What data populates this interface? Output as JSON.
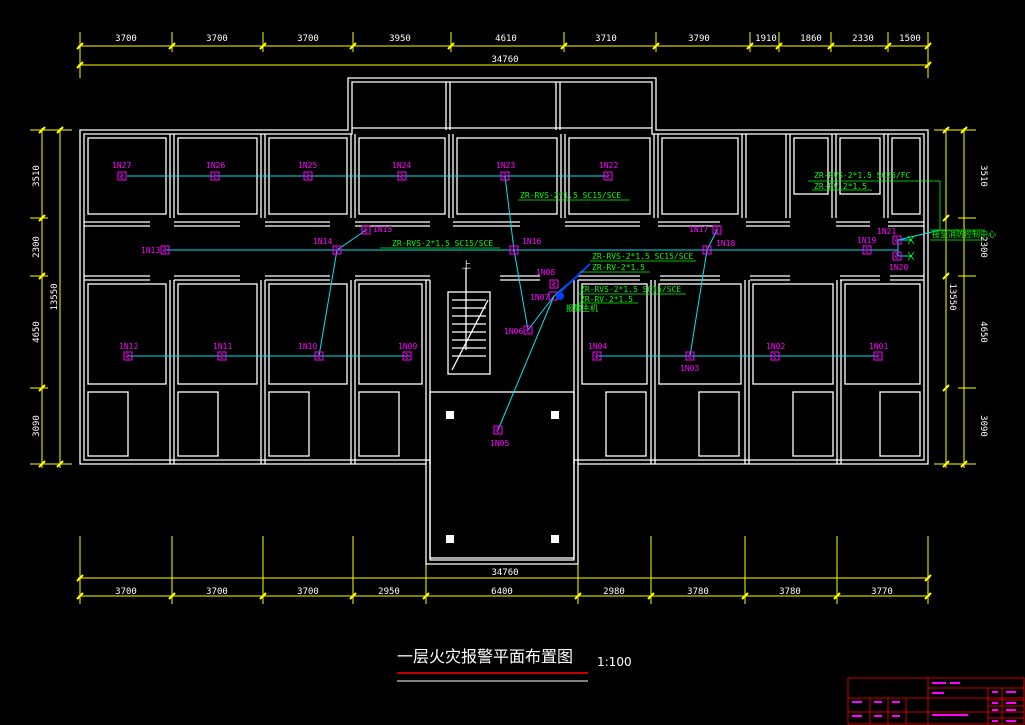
{
  "drawing": {
    "title": "一层火灾报警平面布置图",
    "scale": "1:100",
    "stair_label": "上",
    "colors": {
      "wall": "#ffffff",
      "dimension": "#ffff00",
      "device": "#ff00ff",
      "wire": "#00e5ee",
      "cable_label": "#00ff00",
      "blue": "#0040ff",
      "titleblock": "#ff0000"
    }
  },
  "dimensions": {
    "top_segments": [
      "3700",
      "3700",
      "3700",
      "3950",
      "4610",
      "3710",
      "3790",
      "1910",
      "1860",
      "2330",
      "1500"
    ],
    "top_total": "34760",
    "bottom_segments": [
      "3700",
      "3700",
      "3700",
      "2950",
      "6400",
      "2980",
      "3780",
      "3780",
      "3770"
    ],
    "bottom_total": "34760",
    "left_segments": [
      "3510",
      "2300",
      "4650",
      "3090"
    ],
    "left_total": "13550",
    "right_segments": [
      "3510",
      "2300",
      "4650",
      "3090"
    ],
    "right_total": "13550"
  },
  "devices": [
    {
      "label": "1N27"
    },
    {
      "label": "1N26"
    },
    {
      "label": "1N25"
    },
    {
      "label": "1N24"
    },
    {
      "label": "1N23"
    },
    {
      "label": "1N22"
    },
    {
      "label": "1N13"
    },
    {
      "label": "1N15"
    },
    {
      "label": "1N14"
    },
    {
      "label": "1N16"
    },
    {
      "label": "1N17"
    },
    {
      "label": "1N18"
    },
    {
      "label": "1N19"
    },
    {
      "label": "1N21"
    },
    {
      "label": "1N20"
    },
    {
      "label": "1N08"
    },
    {
      "label": "1N07"
    },
    {
      "label": "1N06"
    },
    {
      "label": "1N12"
    },
    {
      "label": "1N11"
    },
    {
      "label": "1N10"
    },
    {
      "label": "1N09"
    },
    {
      "label": "1N04"
    },
    {
      "label": "1N03"
    },
    {
      "label": "1N02"
    },
    {
      "label": "1N01"
    },
    {
      "label": "1N05"
    }
  ],
  "cable_labels": [
    "ZR-RVS-2*1.5 SC15/SCE",
    "ZR-RVS-2*1.5 SC15/SCE",
    "ZR-RVS-2*1.5 SC15/SCE",
    "ZR-RV-2*1.5",
    "ZR-RVS-2*1.5 SC15/SCE",
    "ZR-RV-2*1.5",
    "ZR-RVS-2*1.5 SC25/FC",
    "ZR-RV-2*1.5"
  ],
  "small_labels": {
    "n07_note": "报警主机",
    "right_note": "接至消防控制中心"
  }
}
